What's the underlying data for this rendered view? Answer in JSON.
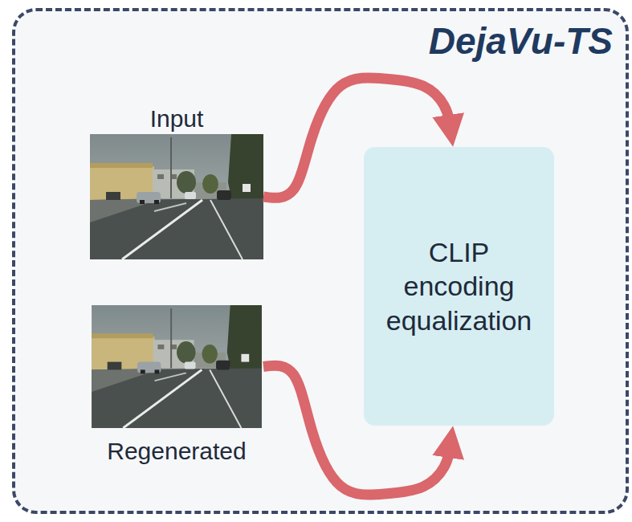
{
  "diagram": {
    "nodes": [
      {
        "text": [
          "DejaVu-TS"
        ]
      },
      {
        "text": [
          "Input"
        ],
        "in": 0
      },
      {
        "text": [
          "CLIP encoding equalization"
        ],
        "in": 0
      },
      {
        "text": [
          "Regenerated"
        ],
        "in": 0
      }
    ],
    "edges": [
      {
        "from": 1,
        "to": 2,
        "arrow": "to"
      },
      {
        "from": 3,
        "to": 2,
        "arrow": "to"
      }
    ]
  }
}
